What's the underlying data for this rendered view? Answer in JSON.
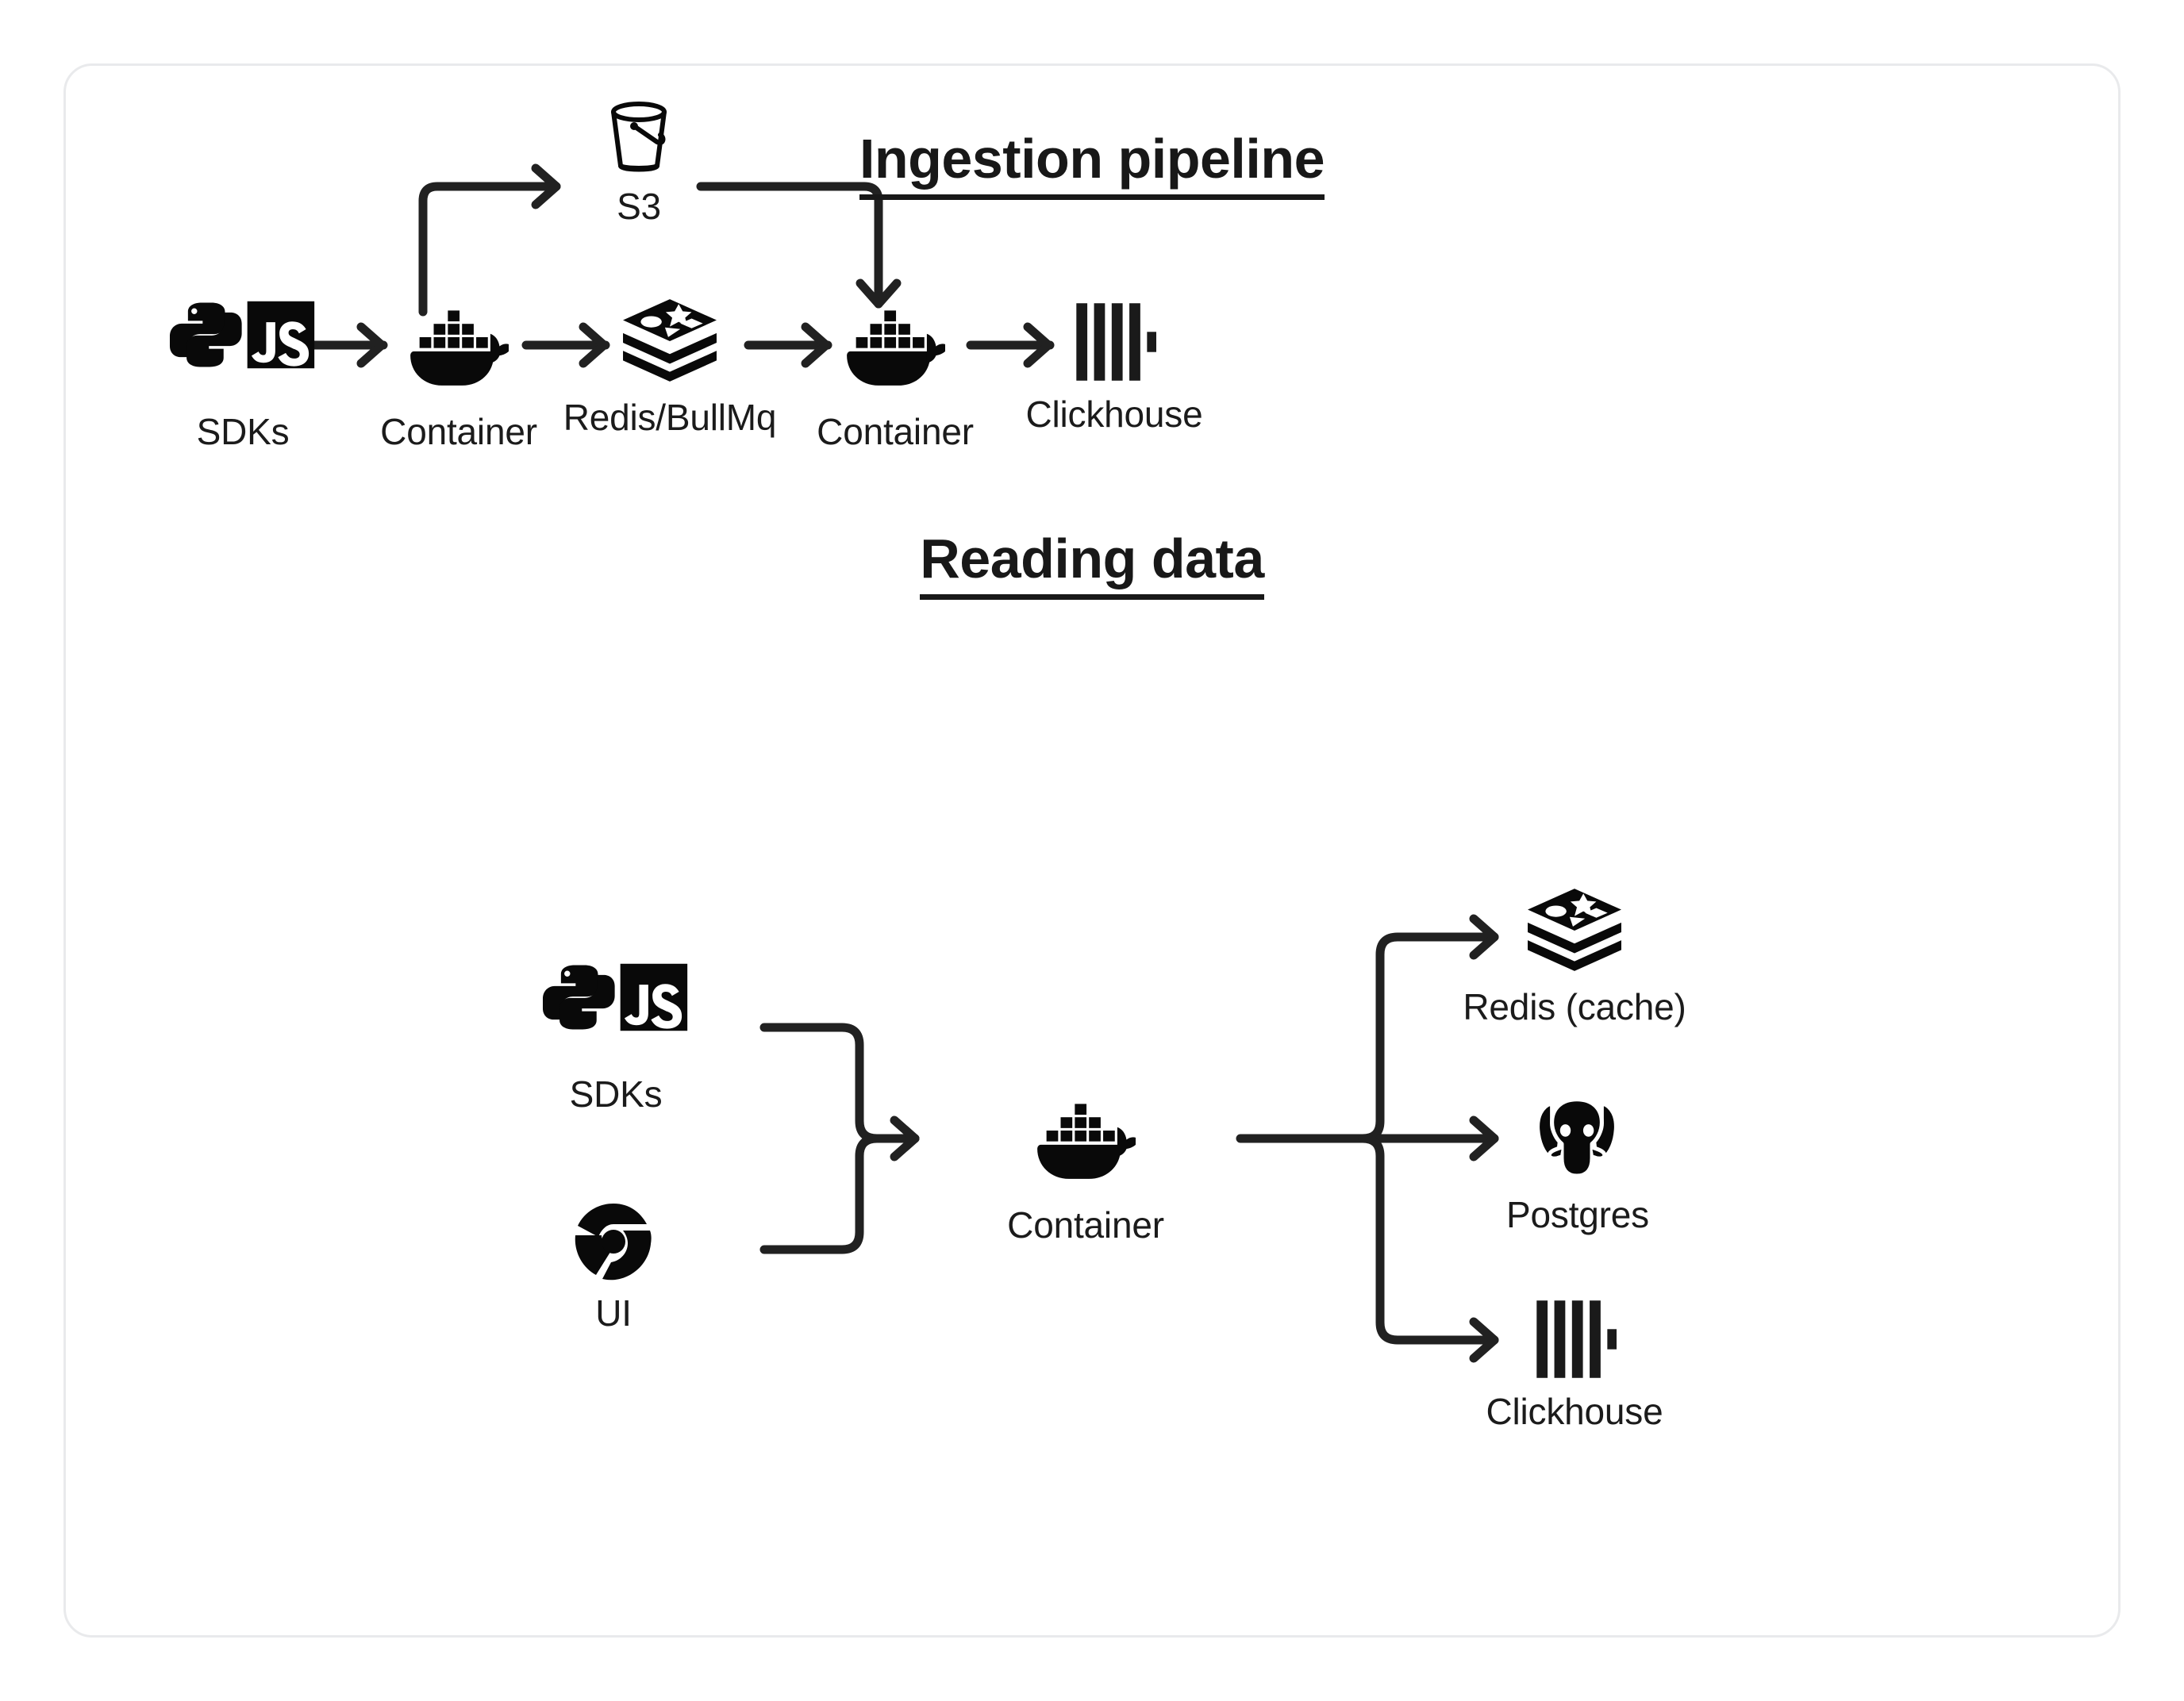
{
  "diagram": {
    "sections": [
      {
        "id": "ingestion",
        "title": "Ingestion pipeline",
        "nodes": [
          {
            "id": "sdks-1",
            "label": "SDKs",
            "icon": "python-js-sdk-icon"
          },
          {
            "id": "container-1",
            "label": "Container",
            "icon": "docker-whale-icon"
          },
          {
            "id": "s3",
            "label": "S3",
            "icon": "s3-bucket-icon"
          },
          {
            "id": "redis-bullmq",
            "label": "Redis/BullMq",
            "icon": "redis-stack-icon"
          },
          {
            "id": "container-2",
            "label": "Container",
            "icon": "docker-whale-icon"
          },
          {
            "id": "clickhouse-1",
            "label": "Clickhouse",
            "icon": "clickhouse-bars-icon"
          }
        ],
        "edges": [
          {
            "from": "sdks-1",
            "to": "container-1",
            "kind": "straight-arrow"
          },
          {
            "from": "container-1",
            "to": "s3",
            "kind": "elbow-up-right-arrow"
          },
          {
            "from": "container-1",
            "to": "redis-bullmq",
            "kind": "straight-arrow"
          },
          {
            "from": "s3",
            "to": "container-2",
            "kind": "elbow-right-down-arrow"
          },
          {
            "from": "redis-bullmq",
            "to": "container-2",
            "kind": "straight-arrow"
          },
          {
            "from": "container-2",
            "to": "clickhouse-1",
            "kind": "straight-arrow"
          }
        ]
      },
      {
        "id": "reading",
        "title": "Reading data",
        "nodes": [
          {
            "id": "sdks-2",
            "label": "SDKs",
            "icon": "python-js-sdk-icon"
          },
          {
            "id": "ui",
            "label": "UI",
            "icon": "chrome-browser-icon"
          },
          {
            "id": "container-3",
            "label": "Container",
            "icon": "docker-whale-icon"
          },
          {
            "id": "redis-cache",
            "label": "Redis (cache)",
            "icon": "redis-stack-icon"
          },
          {
            "id": "postgres",
            "label": "Postgres",
            "icon": "postgres-elephant-icon"
          },
          {
            "id": "clickhouse-2",
            "label": "Clickhouse",
            "icon": "clickhouse-bars-icon"
          }
        ],
        "edges": [
          {
            "from": "sdks-2",
            "to": "container-3",
            "kind": "merge-arrow"
          },
          {
            "from": "ui",
            "to": "container-3",
            "kind": "merge-arrow"
          },
          {
            "from": "container-3",
            "to": "redis-cache",
            "kind": "fanout-up-arrow"
          },
          {
            "from": "container-3",
            "to": "postgres",
            "kind": "fanout-straight-arrow"
          },
          {
            "from": "container-3",
            "to": "clickhouse-2",
            "kind": "fanout-down-arrow"
          }
        ]
      }
    ],
    "colors": {
      "ink": "#141414",
      "stroke": "#212121",
      "card_border": "#e9eaec",
      "background": "#ffffff"
    }
  }
}
